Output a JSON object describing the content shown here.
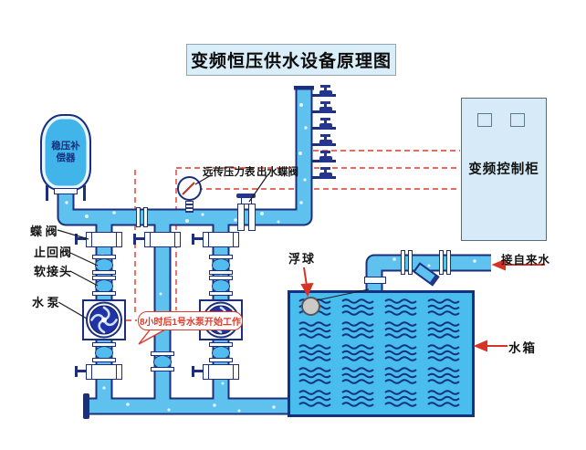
{
  "title": "变频恒压供水设备原理图",
  "vessel": {
    "label_line1": "稳压补",
    "label_line2": "偿器"
  },
  "equipment_labels": {
    "butterfly_valve": "蝶 阀",
    "check_valve": "止回阀",
    "soft_joint": "软接头",
    "water_pump": "水 泵",
    "remote_pressure_gauge": "远传压力表",
    "outlet_butterfly_valve": "出水蝶阀"
  },
  "cabinet": {
    "label": "变频控制柜"
  },
  "tank_section": {
    "float_ball": "浮球",
    "tap_water_inlet": "接自来水",
    "water_tank": "水箱"
  },
  "annotation": {
    "pump_start_note": "8小时后1号水泵开始工作"
  },
  "colors": {
    "pipe_fill": "#5ec1ee",
    "pipe_border": "#1b2f7e",
    "tank_fill": "#49bdee",
    "cabinet_fill": "#d6ebf7",
    "title_fill": "#d9eef9",
    "annotation_red": "#e03a2a",
    "impeller_blue": "#2233a8",
    "float_ball_gray": "#cac9c7"
  }
}
